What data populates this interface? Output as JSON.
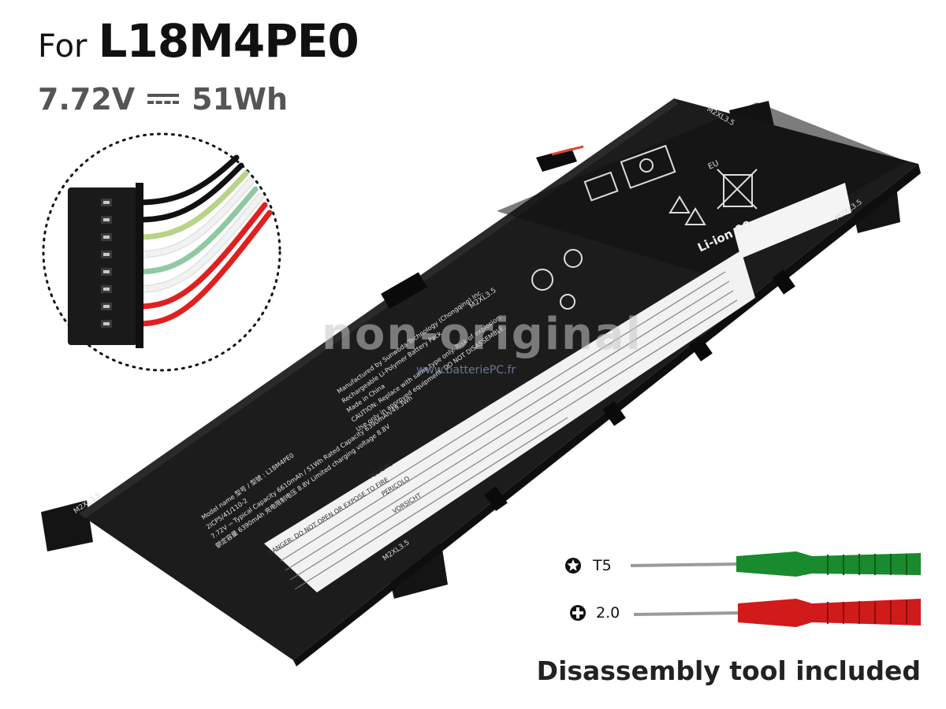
{
  "header": {
    "prefix": "For",
    "model": "L18M4PE0",
    "voltage": "7.72V",
    "capacity": "51Wh"
  },
  "battery": {
    "label_model": "Model name 型号 / 型號 : L18M4PE0",
    "label_cells": "2ICP5/41/110-2",
    "label_rating": "7.72V ⎓ Typical Capacity 6610mAh / 51Wh Rated Capacity 6390mAh/49.3Wh",
    "label_charge": "额定容量 6390mAh 充电限制电压 8.8V Limited charging voltage 8.8V",
    "label_manufacturer": "Manufactured by Sunwoda Technology (Chongqing) Inc.",
    "label_chemistry": "Rechargeable Li-Polymer Battery Pack",
    "label_made_in": "Made in China",
    "label_caution": "CAUTION: Replace with same type only. Risk of explosion.",
    "label_warning": "Use only in approved equipment. DO NOT DISASSEMBLE.",
    "label_recycle": "Li-ion 00",
    "label_eu": "EU",
    "label_screw": "M2XL3.5",
    "label_danger": "DANGER: DO NOT OPEN OR EXPOSE TO FIRE",
    "label_peligro": "PELIGRO",
    "label_pericolo": "PERICOLO",
    "label_vorsicht": "VORSICHT"
  },
  "tools": [
    {
      "icon": "torx-icon",
      "label": "T5",
      "color": "#1a8a2e"
    },
    {
      "icon": "phillips-icon",
      "label": "2.0",
      "color": "#d11a1a"
    }
  ],
  "footer": {
    "text": "Disassembly tool included"
  },
  "watermark": {
    "text": "non-original",
    "sub": "www.batteriePC.fr"
  },
  "connector_wire_colors": [
    "#111111",
    "#111111",
    "#b8d38a",
    "#ffffff",
    "#8fc9a2",
    "#ffffff",
    "#e02020",
    "#e02020"
  ]
}
